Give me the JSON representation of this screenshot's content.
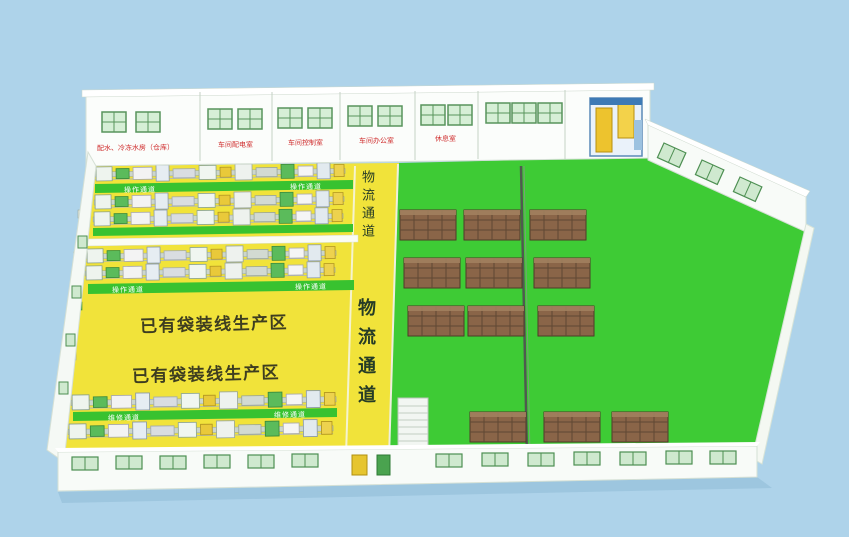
{
  "scene": {
    "background_color": "#aed3ea"
  },
  "colors": {
    "yellow_floor": "#f1e33a",
    "green_floor": "#3ecb35",
    "aisle_green": "#38c230",
    "wall_white": "#f8fbf8",
    "pallet_brown": "#8a6548",
    "room_label_red": "#cf2b2b"
  },
  "back_rooms": {
    "room1_label": "配水、冷冻水房（仓库）",
    "room2_label": "车间配电室",
    "room3_label": "车间控制室",
    "room4_label": "车间办公室",
    "room5_label": "休息室"
  },
  "floor": {
    "production_zone_label": "已有袋装线生产区",
    "logistics_aisle_label": "物流通道",
    "operation_aisle_label": "操作通道",
    "maintenance_aisle_label": "维修通道"
  }
}
